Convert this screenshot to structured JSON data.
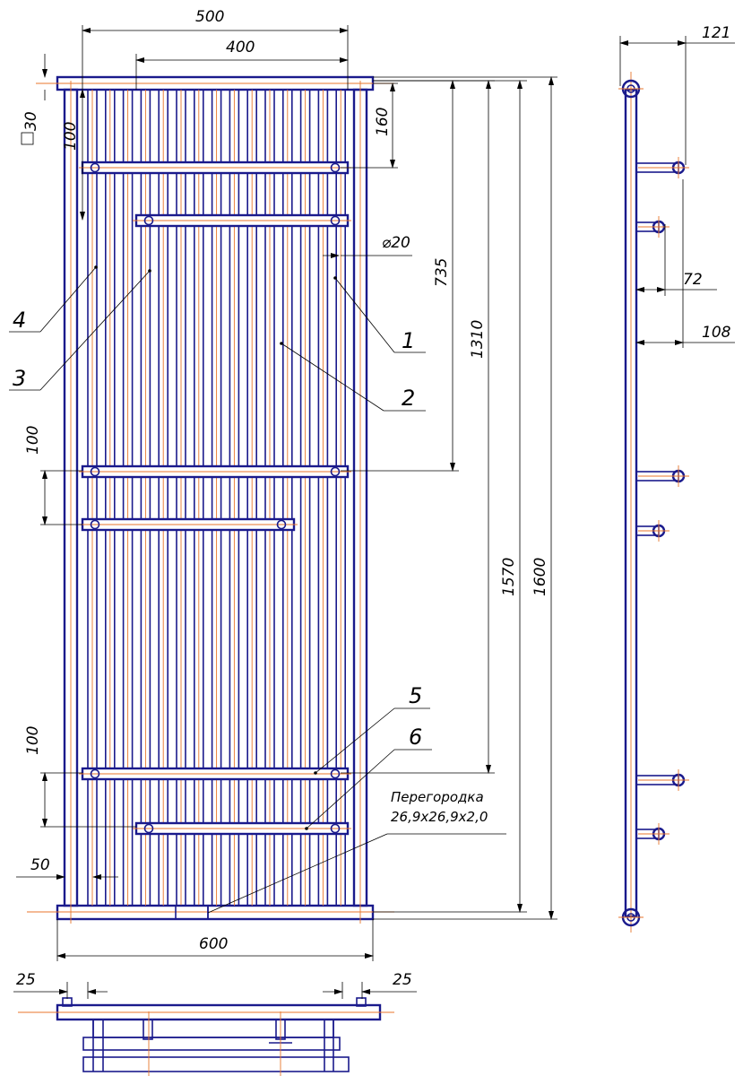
{
  "colors": {
    "outline": "#1a1a8c",
    "axis": "#e8762b",
    "dimension": "#000000"
  },
  "dimensions": {
    "overall_top_width": "500",
    "inner_top_width": "400",
    "square_profile": "30",
    "top_offset_100": "100",
    "top_offset_160": "160",
    "tube_diameter": "⌀20",
    "height_735": "735",
    "height_1310": "1310",
    "height_1570": "1570",
    "height_1600": "1600",
    "mid_offset_100": "100",
    "low_offset_100": "100",
    "offset_50": "50",
    "bottom_width": "600",
    "side_width_121": "121",
    "side_depth_72": "72",
    "side_depth_108": "108",
    "plan_offset_left": "25",
    "plan_offset_right": "25"
  },
  "callouts": {
    "c1": "1",
    "c2": "2",
    "c3": "3",
    "c4": "4",
    "c5": "5",
    "c6": "6"
  },
  "note": {
    "line1": "Перегородка",
    "line2": "26,9х26,9х2,0"
  }
}
